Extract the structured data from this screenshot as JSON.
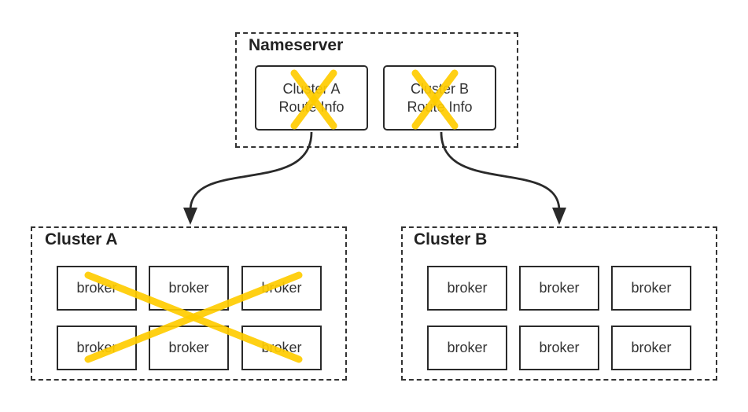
{
  "nameserver": {
    "title": "Nameserver",
    "routes": [
      {
        "line1": "Cluster A",
        "line2": "Route Info",
        "crossed": true
      },
      {
        "line1": "Cluster B",
        "line2": "Route Info",
        "crossed": true
      }
    ]
  },
  "clusters": [
    {
      "title": "Cluster A",
      "crossed": true,
      "brokers": [
        "broker",
        "broker",
        "broker",
        "broker",
        "broker",
        "broker"
      ]
    },
    {
      "title": "Cluster B",
      "crossed": false,
      "brokers": [
        "broker",
        "broker",
        "broker",
        "broker",
        "broker",
        "broker"
      ]
    }
  ],
  "colors": {
    "cross": "#FFCC00",
    "line": "#2a2a2a",
    "border": "#333333"
  }
}
